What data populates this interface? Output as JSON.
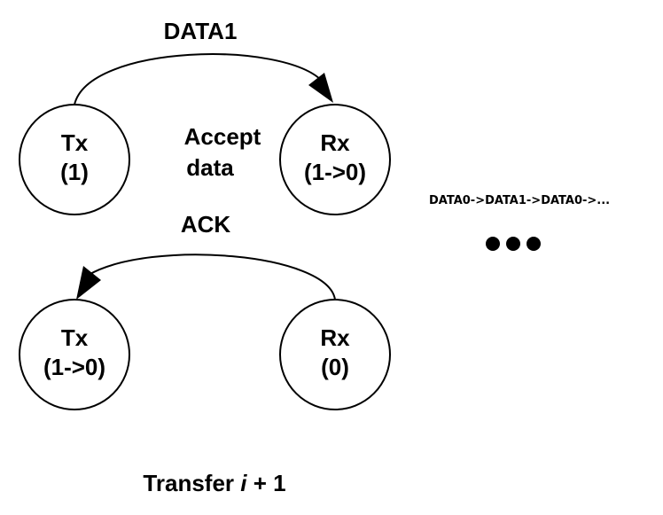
{
  "top": {
    "arrow_label": "DATA1",
    "tx": {
      "name": "Tx",
      "state": "(1)"
    },
    "rx": {
      "name": "Rx",
      "state": "(1->0)"
    },
    "middle_text_line1": "Accept",
    "middle_text_line2": "data"
  },
  "bottom": {
    "arrow_label": "ACK",
    "tx": {
      "name": "Tx",
      "state": "(1->0)"
    },
    "rx": {
      "name": "Rx",
      "state": "(0)"
    }
  },
  "sequence_text": "DATA0->DATA1->DATA0->...",
  "caption": {
    "prefix": "Transfer ",
    "index": "i",
    "suffix": " + 1"
  }
}
